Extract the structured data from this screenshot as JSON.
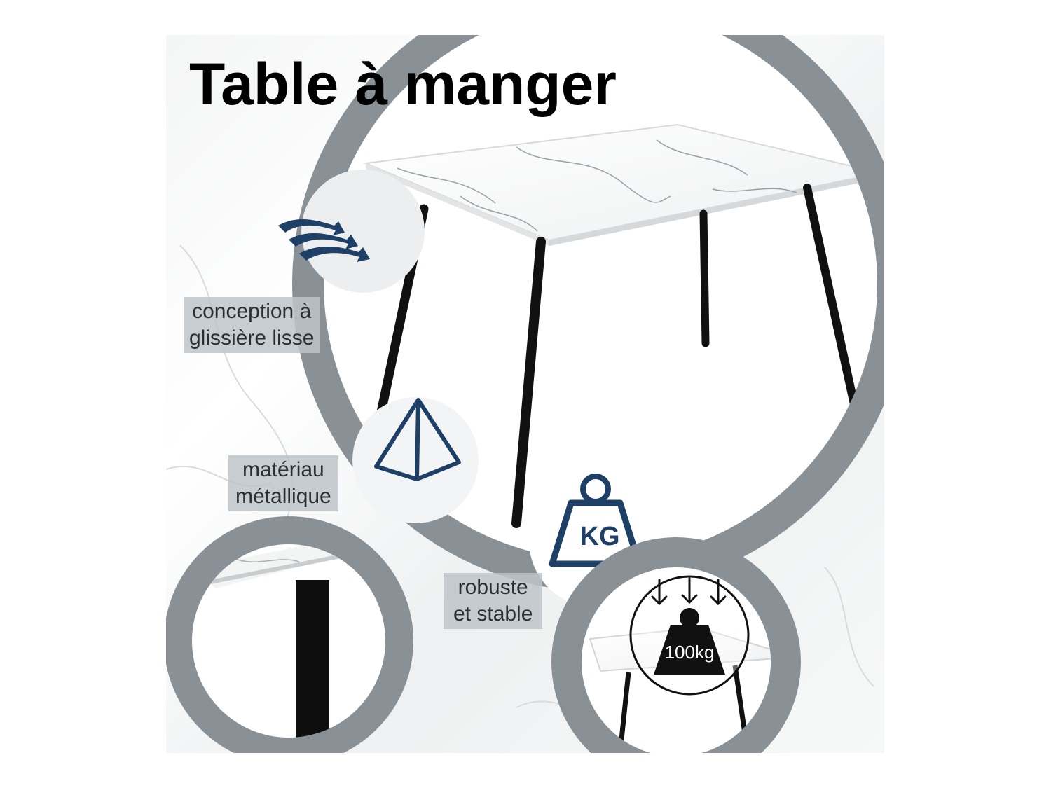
{
  "title": "Table à manger",
  "features": {
    "glide": {
      "label_line1": "conception à",
      "label_line2": "glissière lisse",
      "icon": "smooth-glide-arrows-icon"
    },
    "metal": {
      "label_line1": "matériau",
      "label_line2": "métallique",
      "icon": "pyramid-icon"
    },
    "sturdy": {
      "label_line1": "robuste",
      "label_line2": "et stable",
      "icon": "kg-weight-icon",
      "icon_text": "KG"
    }
  },
  "load_badge": {
    "text": "100kg",
    "icon": "downward-arrows-weight-icon"
  },
  "colors": {
    "accent_navy": "#1e3f66",
    "frame_gray": "#8a9196",
    "label_bg": "#bdc4c8",
    "leg_black": "#111111"
  }
}
